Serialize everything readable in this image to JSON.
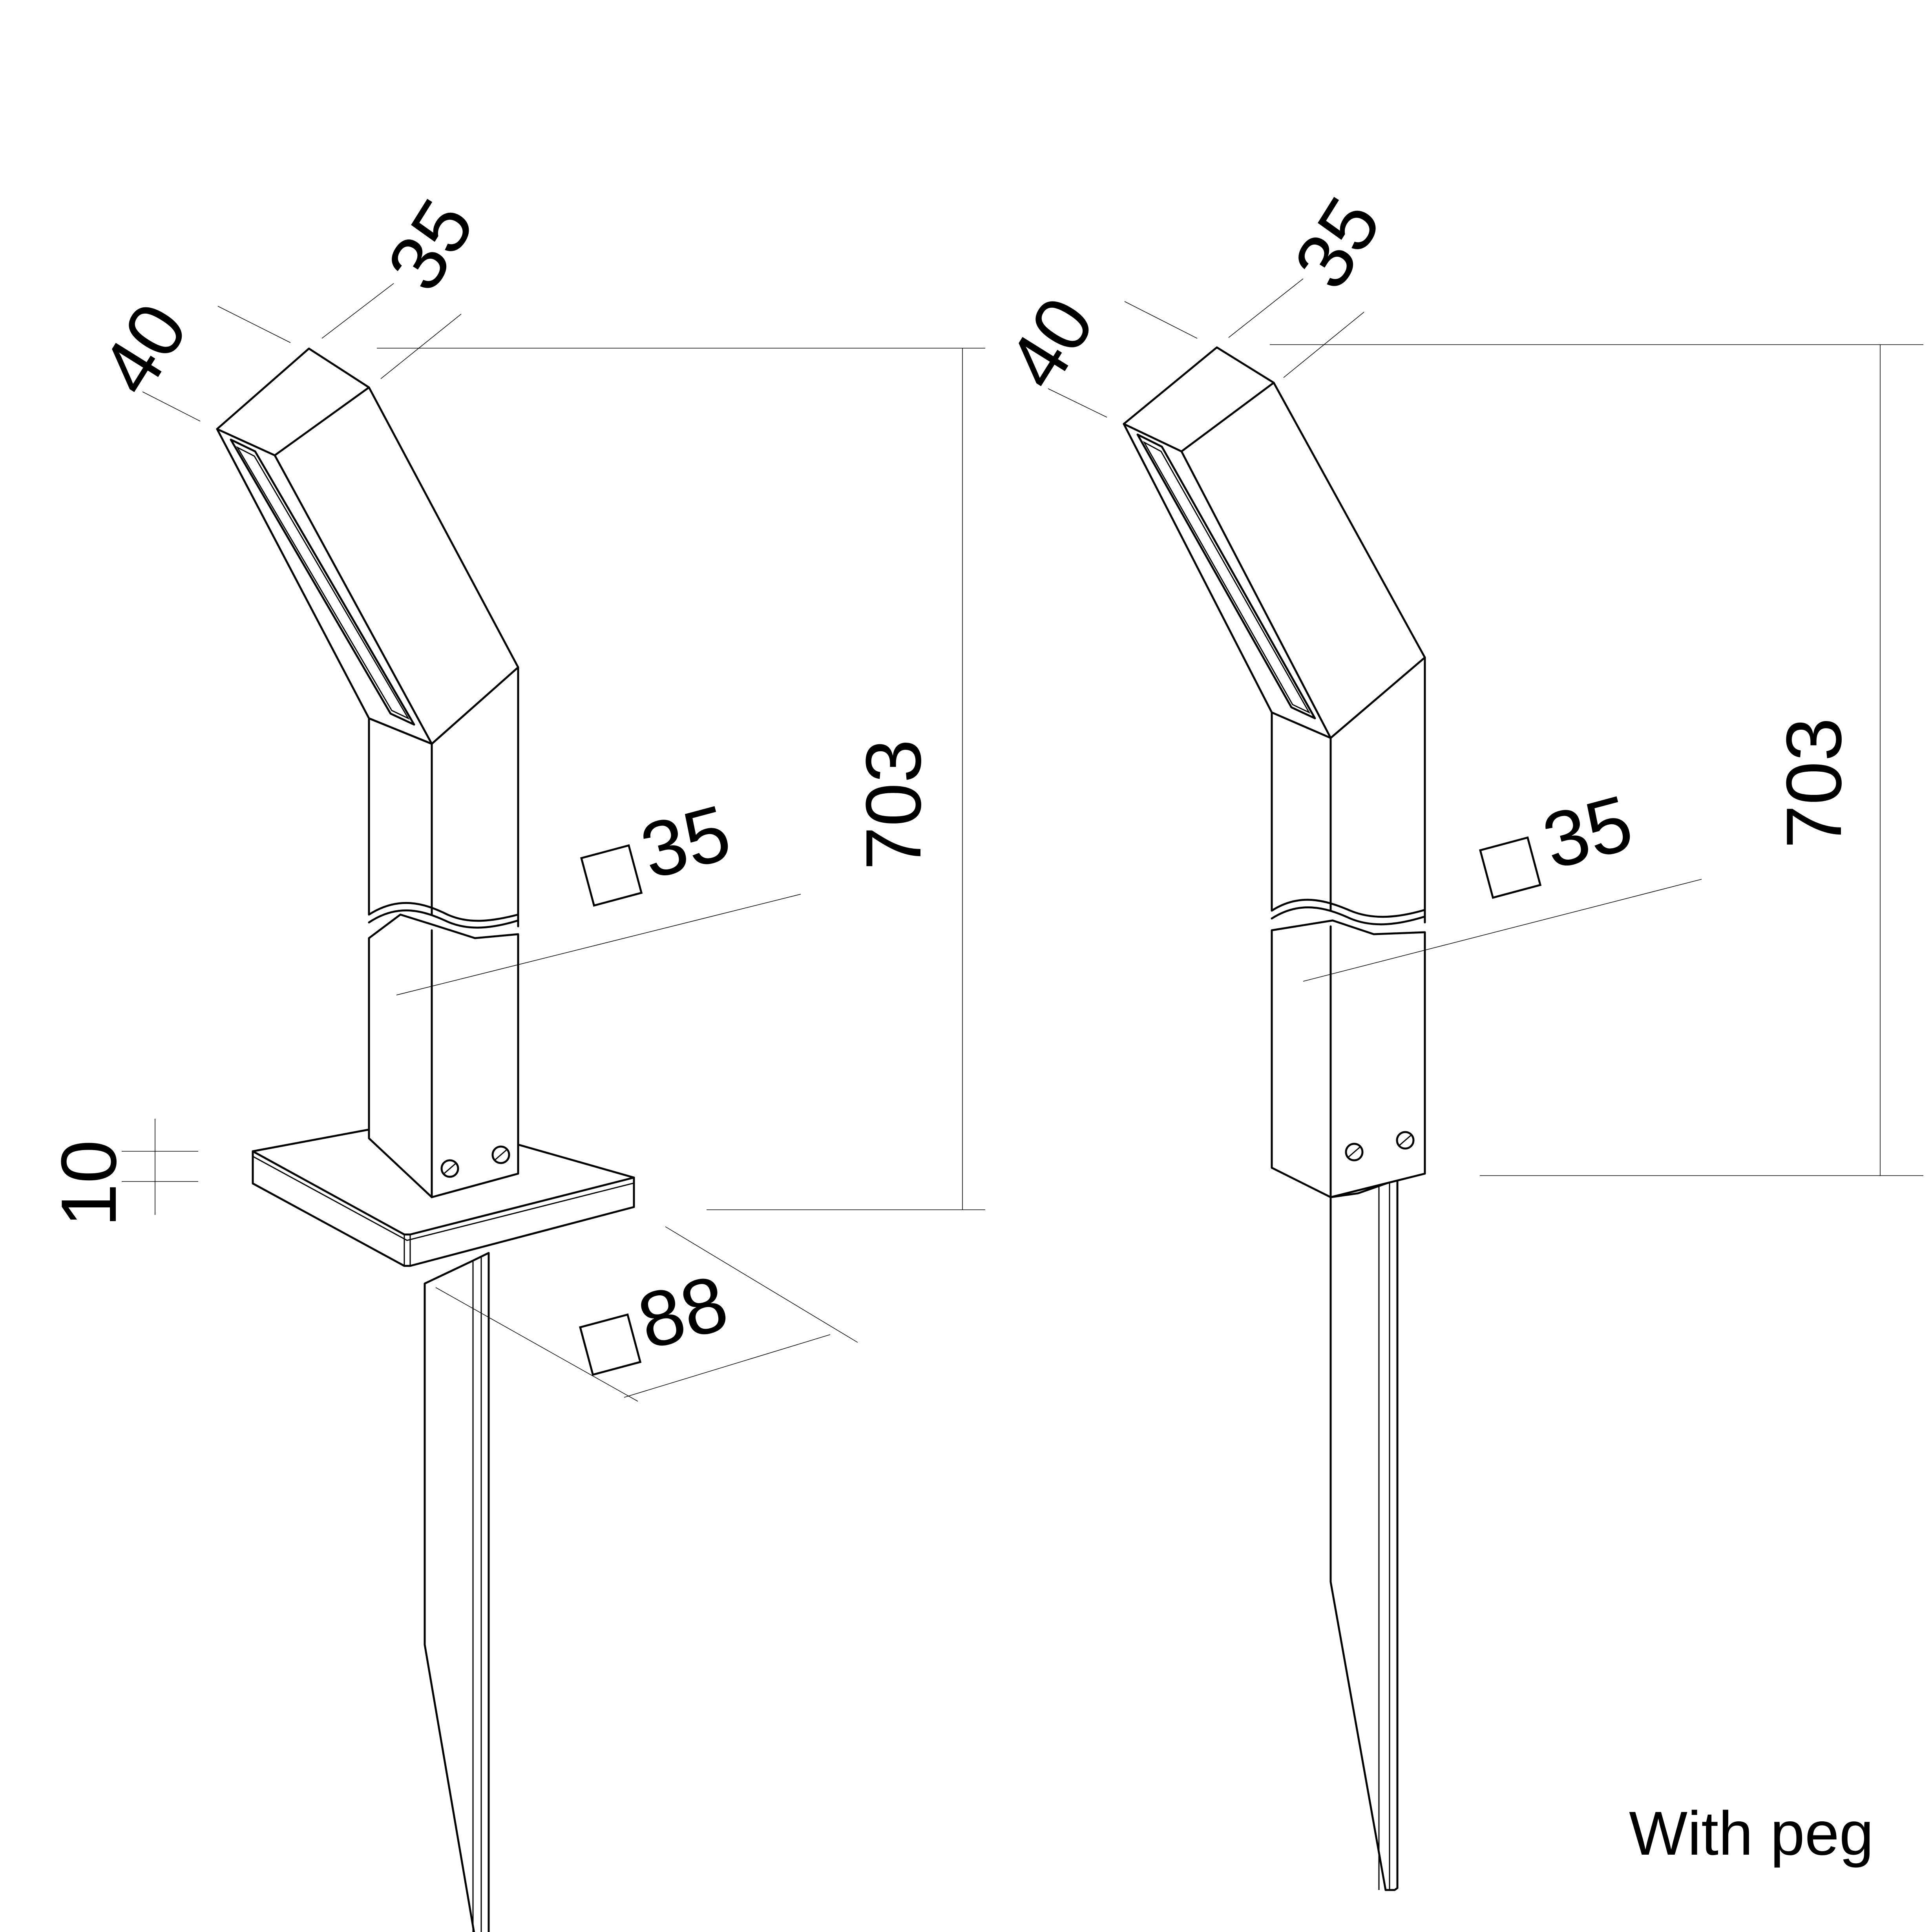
{
  "views": [
    {
      "name": "with-base-plate",
      "dims": {
        "head_width": "40",
        "head_depth": "35",
        "height": "703",
        "pole_section": "35",
        "plate_thickness": "10",
        "plate_size": "88"
      }
    },
    {
      "name": "with-peg",
      "dims": {
        "head_width": "40",
        "head_depth": "35",
        "height": "703",
        "pole_section": "35"
      }
    }
  ],
  "caption": "With peg"
}
